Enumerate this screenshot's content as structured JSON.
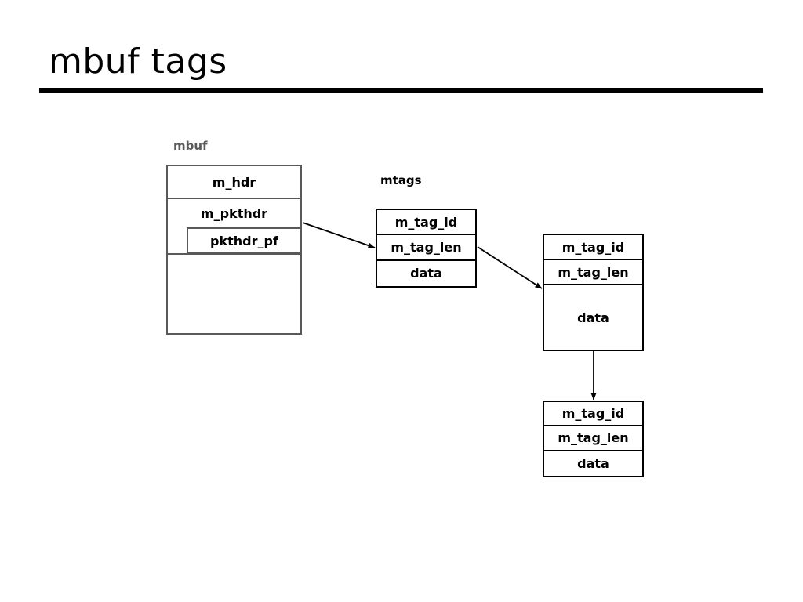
{
  "slide": {
    "title": "mbuf tags"
  },
  "diagram": {
    "captions": {
      "mbuf": "mbuf",
      "mtags": "mtags"
    },
    "mbuf_struct": {
      "name": "mbuf",
      "rows": [
        {
          "label": "m_hdr"
        },
        {
          "label": "m_pkthdr"
        },
        {
          "label": "pkthdr_pf"
        },
        {
          "label": ""
        }
      ]
    },
    "mtag_boxes": [
      {
        "id": "mtag-1",
        "rows": [
          "m_tag_id",
          "m_tag_len",
          "data"
        ]
      },
      {
        "id": "mtag-2",
        "rows": [
          "m_tag_id",
          "m_tag_len",
          "data"
        ]
      },
      {
        "id": "mtag-3",
        "rows": [
          "m_tag_id",
          "m_tag_len",
          "data"
        ]
      }
    ],
    "connectors": [
      {
        "name": "mbuf-to-mtag1",
        "from": "m_pkthdr",
        "to": "mtag-1"
      },
      {
        "name": "mtag1-to-mtag2",
        "from": "mtag-1",
        "to": "mtag-2"
      },
      {
        "name": "mtag2-to-mtag3",
        "from": "mtag-2",
        "to": "mtag-3"
      }
    ]
  },
  "colors": {
    "mbuf_outline": "#595959",
    "mtag_outline": "#000000",
    "title_rule": "#000000",
    "background": "#ffffff"
  }
}
